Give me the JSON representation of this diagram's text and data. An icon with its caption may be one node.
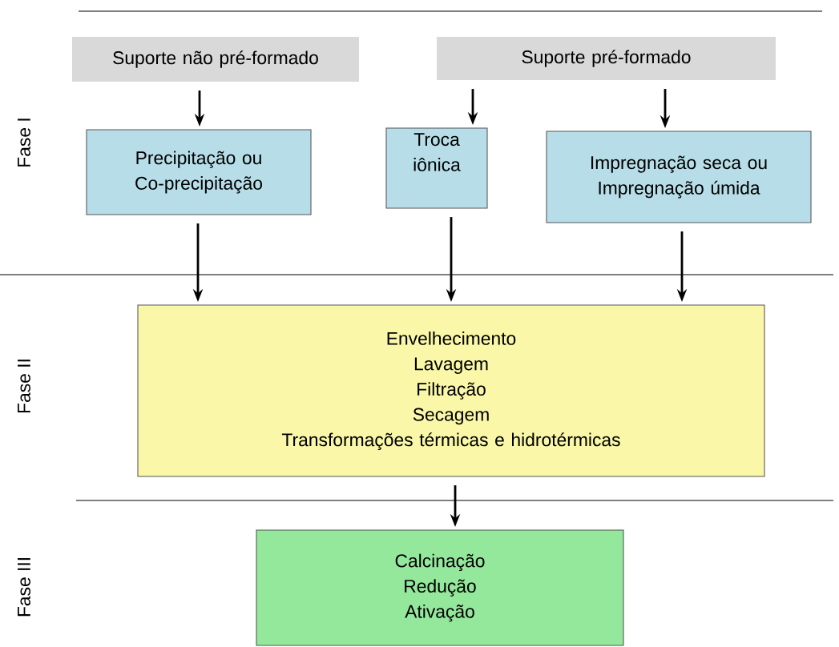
{
  "diagram": {
    "nodes": [
      {
        "text": [
          "Suporte não pré-formado"
        ]
      },
      {
        "text": [
          "Suporte pré-formado"
        ]
      },
      {
        "text": [
          "Precipitação ou Co-precipitação"
        ]
      },
      {
        "text": [
          "Troca iônica"
        ]
      },
      {
        "text": [
          "Impregnação seca ou Impregnação úmida"
        ]
      },
      {
        "text": [
          "Envelhecimento",
          "Lavagem",
          "Filtração",
          "Secagem",
          "Transformações térmicas e hidrotérmicas"
        ]
      },
      {
        "text": [
          "Calcinação",
          "Redução",
          "Ativação"
        ]
      }
    ],
    "edges": [
      {
        "from": 0,
        "to": 2,
        "arrow": "to"
      },
      {
        "from": 1,
        "to": 3,
        "arrow": "to"
      },
      {
        "from": 1,
        "to": 4,
        "arrow": "to"
      },
      {
        "from": 2,
        "to": 5,
        "arrow": "to"
      },
      {
        "from": 3,
        "to": 5,
        "arrow": "to"
      },
      {
        "from": 4,
        "to": 5,
        "arrow": "to"
      },
      {
        "from": 5,
        "to": 6,
        "arrow": "to"
      }
    ],
    "labels": [
      "Fase I",
      "Fase II",
      "Fase III"
    ]
  }
}
